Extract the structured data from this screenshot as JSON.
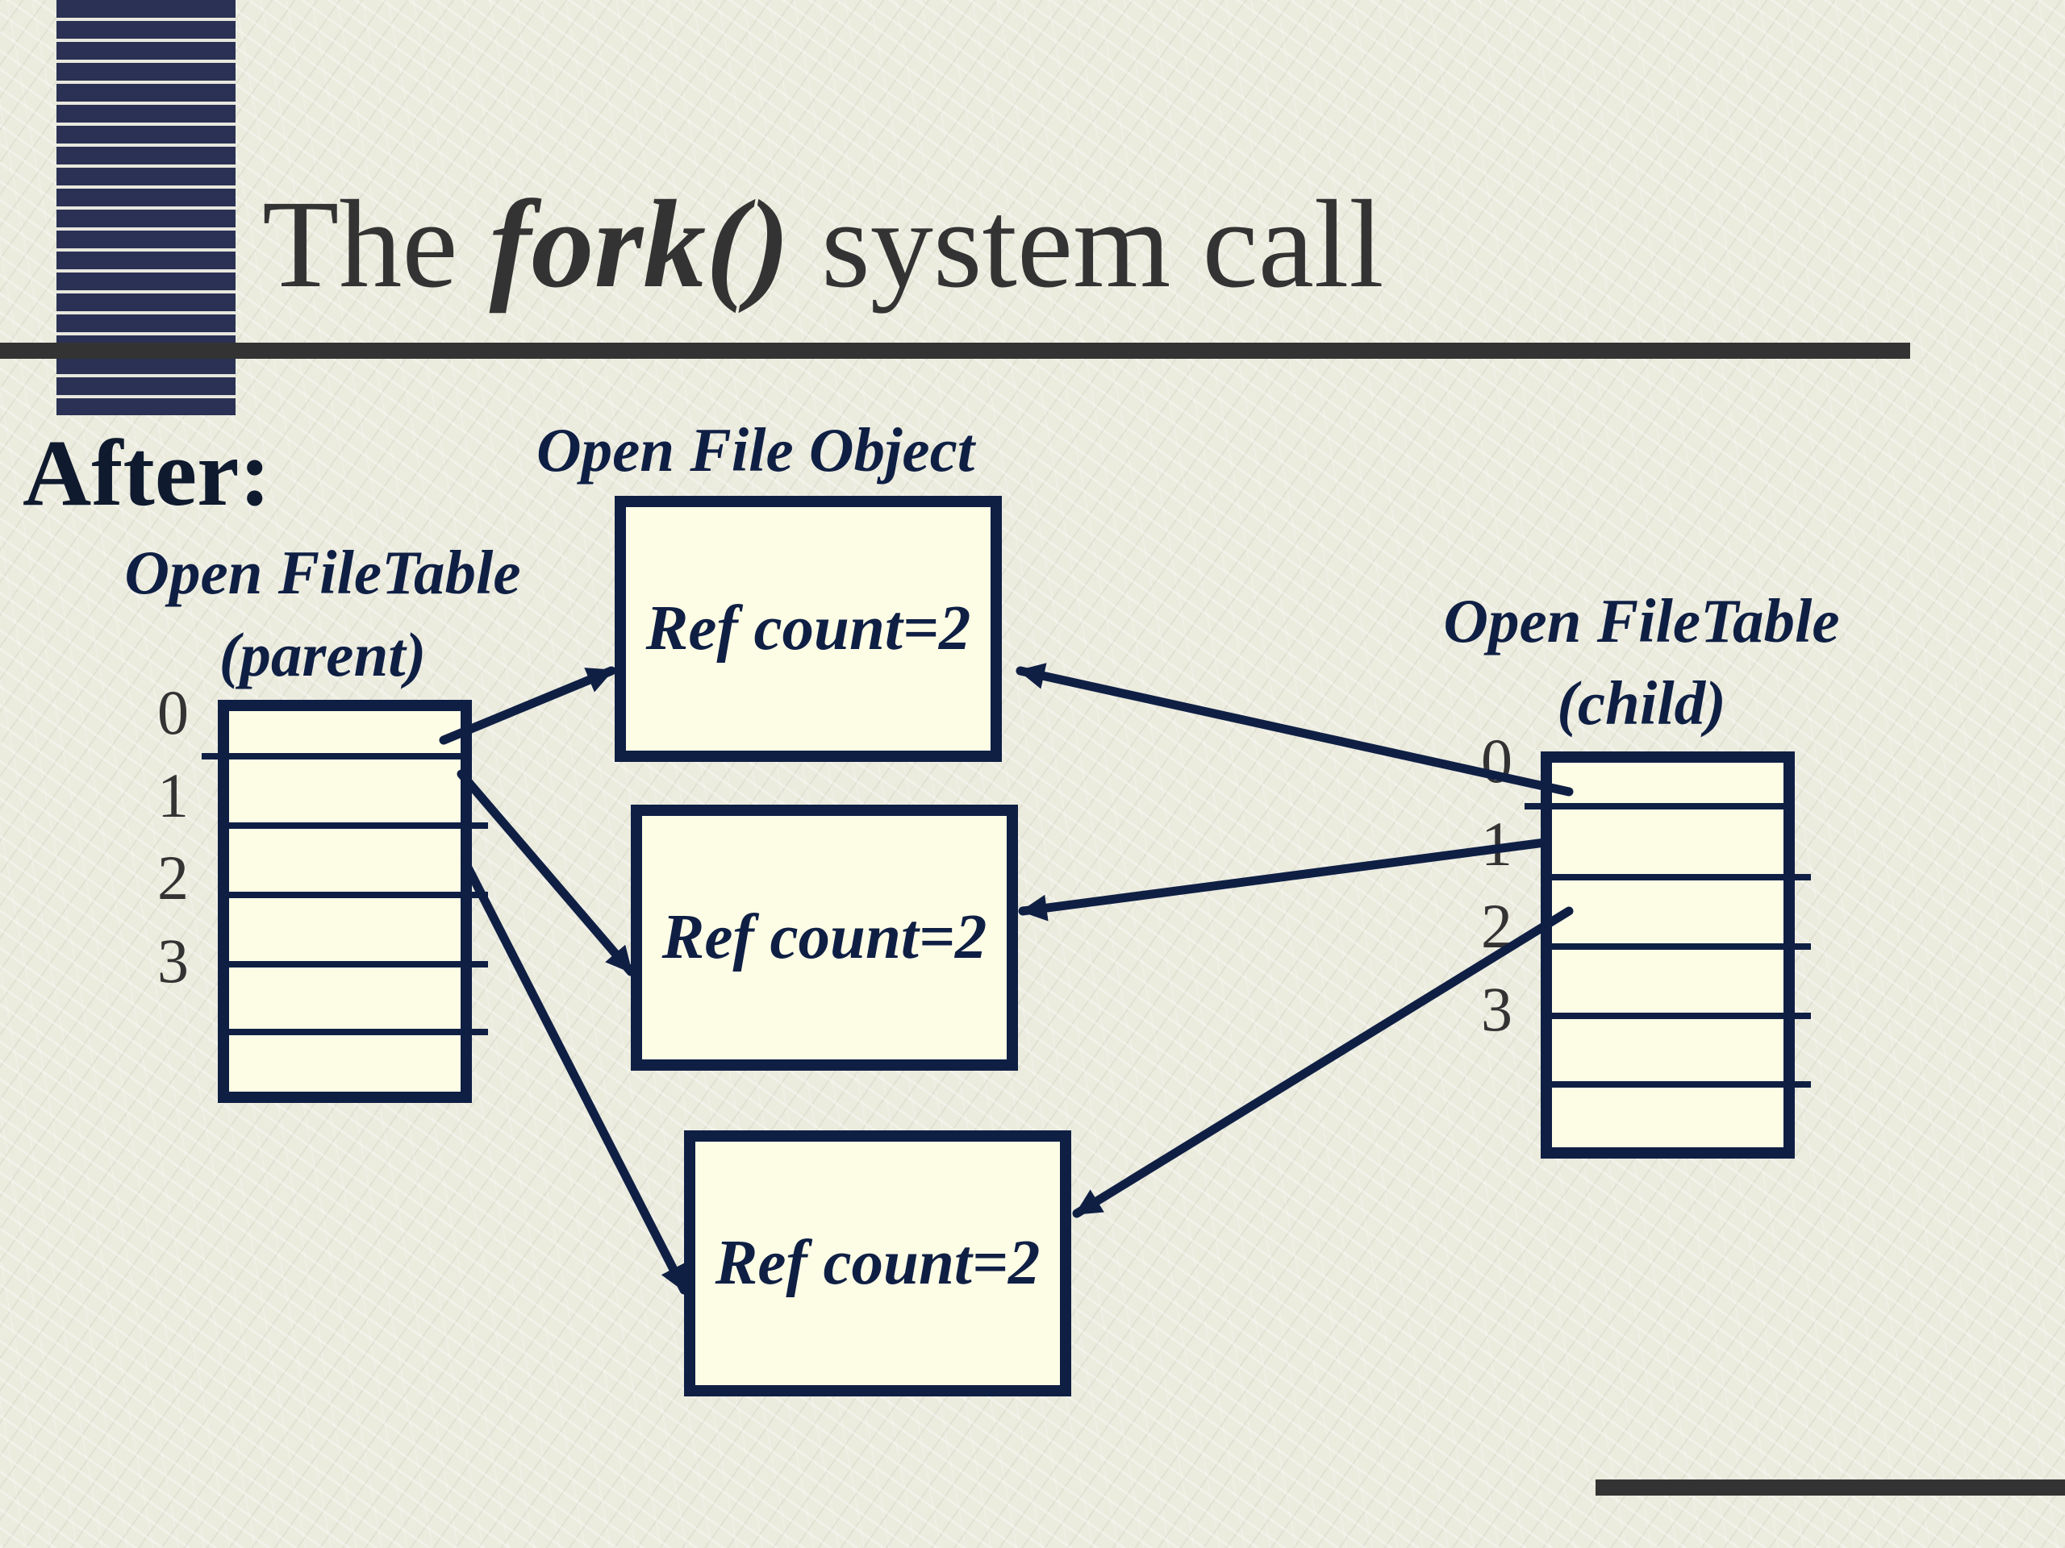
{
  "title": {
    "prefix": "The",
    "function": "fork()",
    "suffix": "system call"
  },
  "after_label": "After:",
  "open_file_object_label": "Open File Object",
  "parent_table": {
    "title": "Open FileTable",
    "subtitle": "(parent)",
    "indices": [
      "0",
      "1",
      "2",
      "3"
    ]
  },
  "child_table": {
    "title": "Open FileTable",
    "subtitle": "(child)",
    "indices": [
      "0",
      "1",
      "2",
      "3"
    ]
  },
  "file_objects": [
    {
      "label": "Ref count=2"
    },
    {
      "label": "Ref count=2"
    },
    {
      "label": "Ref count=2"
    }
  ]
}
